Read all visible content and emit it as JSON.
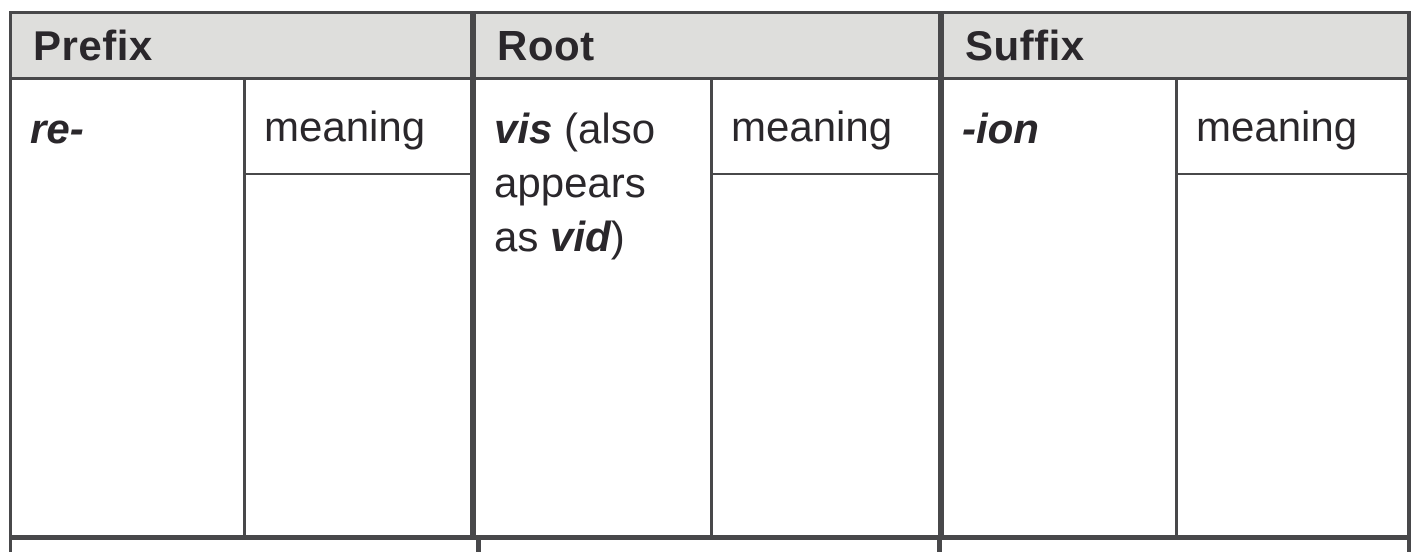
{
  "document": {
    "type": "morphology-worksheet-table",
    "colors": {
      "header_fill": "#dededc",
      "border": "#48484a",
      "text": "#2a272b",
      "background": "#ffffff"
    },
    "sections": [
      {
        "header": "Prefix",
        "morpheme_lines": [
          [
            {
              "text": "re-",
              "emphasis": true
            }
          ]
        ],
        "meaning_label": "meaning"
      },
      {
        "header": "Root",
        "morpheme_lines": [
          [
            {
              "text": "vis",
              "emphasis": true
            },
            {
              "text": " (also",
              "emphasis": false
            }
          ],
          [
            {
              "text": "appears",
              "emphasis": false
            }
          ],
          [
            {
              "text": "as ",
              "emphasis": false
            },
            {
              "text": "vid",
              "emphasis": true
            },
            {
              "text": ")",
              "emphasis": false
            }
          ]
        ],
        "meaning_label": "meaning"
      },
      {
        "header": "Suffix",
        "morpheme_lines": [
          [
            {
              "text": "-ion",
              "emphasis": true
            }
          ]
        ],
        "meaning_label": "meaning"
      }
    ]
  }
}
